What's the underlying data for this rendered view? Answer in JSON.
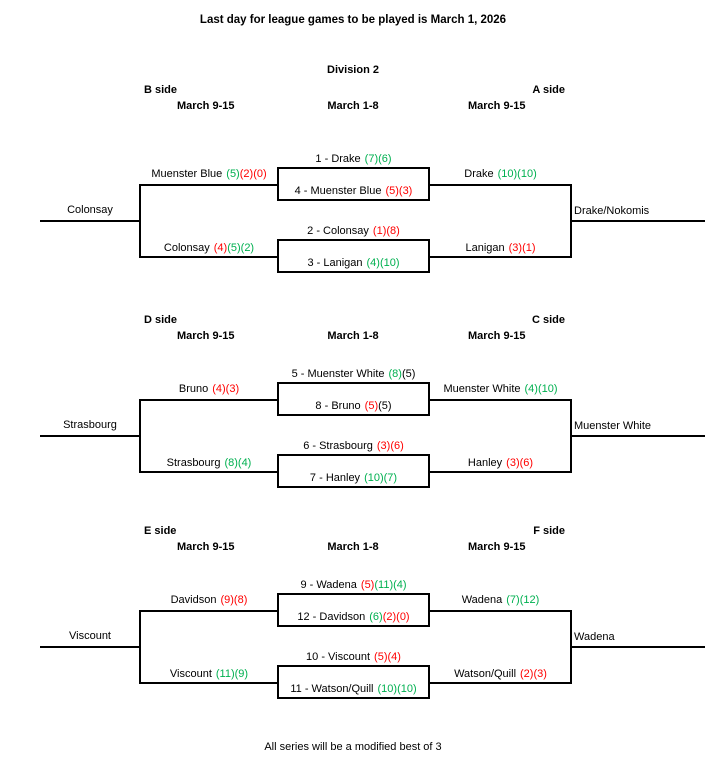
{
  "top_note": "Last day for league games to be played is March 1, 2026",
  "division_title": "Division 2",
  "bottom_note": "All series will be a modified best of 3",
  "colors": {
    "win": "#00B050",
    "loss": "#FF0000",
    "neutral": "#000000"
  },
  "sections": [
    {
      "side_left": "B side",
      "side_right": "A side",
      "date_left": "March 9-15",
      "date_center": "March 1-8",
      "date_right": "March 9-15",
      "feeder_left": "Colonsay",
      "winner": "Drake/Nokomis",
      "top": {
        "left": {
          "name": "Muenster Blue",
          "scores": [
            {
              "v": "(5)",
              "c": "win"
            },
            {
              "v": "(2)",
              "c": "loss"
            },
            {
              "v": "(0)",
              "c": "loss"
            }
          ]
        },
        "box_top": {
          "name": "1 - Drake",
          "scores": [
            {
              "v": "(7)",
              "c": "win"
            },
            {
              "v": "(6)",
              "c": "win"
            }
          ]
        },
        "box_bottom": {
          "name": "4 - Muenster Blue",
          "scores": [
            {
              "v": "(5)",
              "c": "loss"
            },
            {
              "v": "(3)",
              "c": "loss"
            }
          ]
        },
        "right": {
          "name": "Drake",
          "scores": [
            {
              "v": "(10)",
              "c": "win"
            },
            {
              "v": "(10)",
              "c": "win"
            }
          ]
        }
      },
      "bottom": {
        "left": {
          "name": "Colonsay",
          "scores": [
            {
              "v": "(4)",
              "c": "loss"
            },
            {
              "v": "(5)",
              "c": "win"
            },
            {
              "v": "(2)",
              "c": "win"
            }
          ]
        },
        "box_top": {
          "name": "2 - Colonsay",
          "scores": [
            {
              "v": "(1)",
              "c": "loss"
            },
            {
              "v": "(8)",
              "c": "loss"
            }
          ]
        },
        "box_bottom": {
          "name": "3 - Lanigan",
          "scores": [
            {
              "v": "(4)",
              "c": "win"
            },
            {
              "v": "(10)",
              "c": "win"
            }
          ]
        },
        "right": {
          "name": "Lanigan",
          "scores": [
            {
              "v": "(3)",
              "c": "loss"
            },
            {
              "v": "(1)",
              "c": "loss"
            }
          ]
        }
      }
    },
    {
      "side_left": "D side",
      "side_right": "C side",
      "date_left": "March 9-15",
      "date_center": "March 1-8",
      "date_right": "March 9-15",
      "feeder_left": "Strasbourg",
      "winner": "Muenster White",
      "top": {
        "left": {
          "name": "Bruno",
          "scores": [
            {
              "v": "(4)",
              "c": "loss"
            },
            {
              "v": "(3)",
              "c": "loss"
            }
          ]
        },
        "box_top": {
          "name": "5 - Muenster White",
          "scores": [
            {
              "v": "(8)",
              "c": "win"
            },
            {
              "v": "(5)",
              "c": "neutral"
            }
          ]
        },
        "box_bottom": {
          "name": "8 - Bruno",
          "scores": [
            {
              "v": "(5)",
              "c": "loss"
            },
            {
              "v": "(5)",
              "c": "neutral"
            }
          ]
        },
        "right": {
          "name": "Muenster White",
          "scores": [
            {
              "v": "(4)",
              "c": "win"
            },
            {
              "v": "(10)",
              "c": "win"
            }
          ]
        }
      },
      "bottom": {
        "left": {
          "name": "Strasbourg",
          "scores": [
            {
              "v": "(8)",
              "c": "win"
            },
            {
              "v": "(4)",
              "c": "win"
            }
          ]
        },
        "box_top": {
          "name": "6 - Strasbourg",
          "scores": [
            {
              "v": "(3)",
              "c": "loss"
            },
            {
              "v": "(6)",
              "c": "loss"
            }
          ]
        },
        "box_bottom": {
          "name": "7 - Hanley",
          "scores": [
            {
              "v": "(10)",
              "c": "win"
            },
            {
              "v": "(7)",
              "c": "win"
            }
          ]
        },
        "right": {
          "name": "Hanley",
          "scores": [
            {
              "v": "(3)",
              "c": "loss"
            },
            {
              "v": "(6)",
              "c": "loss"
            }
          ]
        }
      }
    },
    {
      "side_left": "E side",
      "side_right": "F side",
      "date_left": "March 9-15",
      "date_center": "March 1-8",
      "date_right": "March 9-15",
      "feeder_left": "Viscount",
      "winner": "Wadena",
      "top": {
        "left": {
          "name": "Davidson",
          "scores": [
            {
              "v": "(9)",
              "c": "loss"
            },
            {
              "v": "(8)",
              "c": "loss"
            }
          ]
        },
        "box_top": {
          "name": "9 - Wadena",
          "scores": [
            {
              "v": "(5)",
              "c": "loss"
            },
            {
              "v": "(11)",
              "c": "win"
            },
            {
              "v": "(4)",
              "c": "win"
            }
          ]
        },
        "box_bottom": {
          "name": "12 - Davidson",
          "scores": [
            {
              "v": "(6)",
              "c": "win"
            },
            {
              "v": "(2)",
              "c": "loss"
            },
            {
              "v": "(0)",
              "c": "loss"
            }
          ]
        },
        "right": {
          "name": "Wadena",
          "scores": [
            {
              "v": "(7)",
              "c": "win"
            },
            {
              "v": "(12)",
              "c": "win"
            }
          ]
        }
      },
      "bottom": {
        "left": {
          "name": "Viscount",
          "scores": [
            {
              "v": "(11)",
              "c": "win"
            },
            {
              "v": "(9)",
              "c": "win"
            }
          ]
        },
        "box_top": {
          "name": "10 - Viscount",
          "scores": [
            {
              "v": "(5)",
              "c": "loss"
            },
            {
              "v": "(4)",
              "c": "loss"
            }
          ]
        },
        "box_bottom": {
          "name": "11 - Watson/Quill",
          "scores": [
            {
              "v": "(10)",
              "c": "win"
            },
            {
              "v": "(10)",
              "c": "win"
            }
          ]
        },
        "right": {
          "name": "Watson/Quill",
          "scores": [
            {
              "v": "(2)",
              "c": "loss"
            },
            {
              "v": "(3)",
              "c": "loss"
            }
          ]
        }
      }
    }
  ]
}
